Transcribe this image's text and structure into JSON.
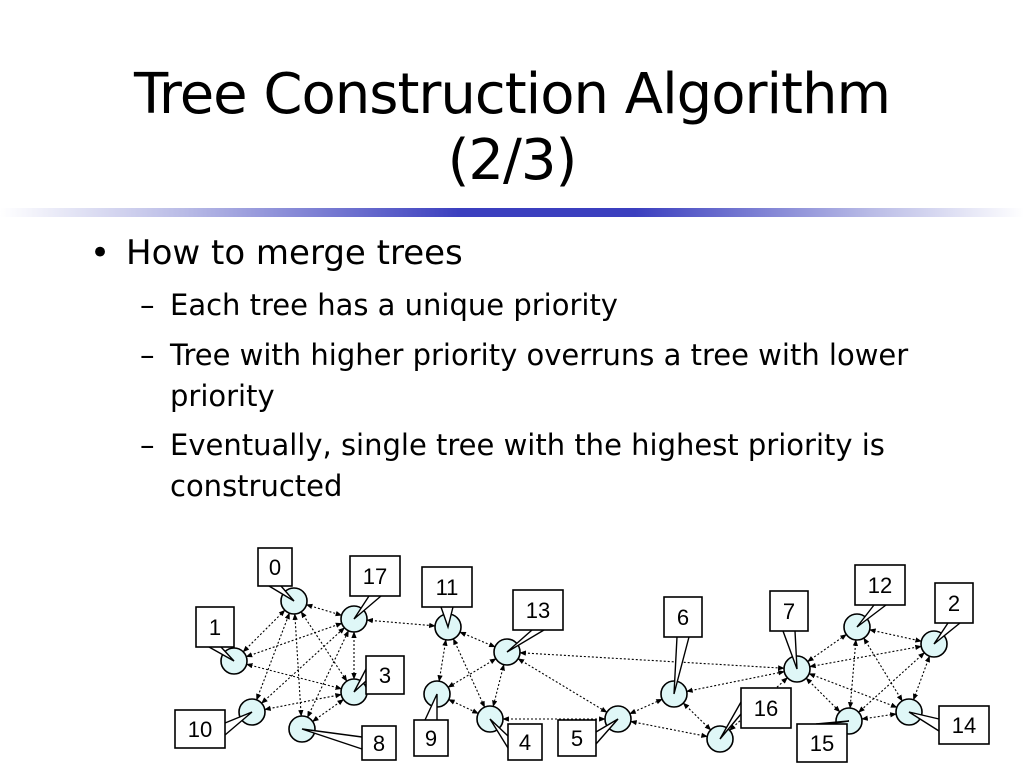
{
  "slide": {
    "title_line1": "Tree Construction Algorithm",
    "title_line2": "(2/3)",
    "bullet": "How to merge trees",
    "sub_bullets": [
      "Each tree has a unique priority",
      "Tree with higher priority overruns a tree with lower priority",
      "Eventually, single tree with the highest priority is constructed"
    ],
    "bullet_glyph": "•",
    "dash_glyph": "–"
  },
  "diagram": {
    "node_color": "#dff7f7",
    "labels": [
      "0",
      "17",
      "1",
      "3",
      "10",
      "8",
      "11",
      "13",
      "9",
      "4",
      "6",
      "5",
      "16",
      "7",
      "12",
      "2",
      "15",
      "14"
    ]
  }
}
